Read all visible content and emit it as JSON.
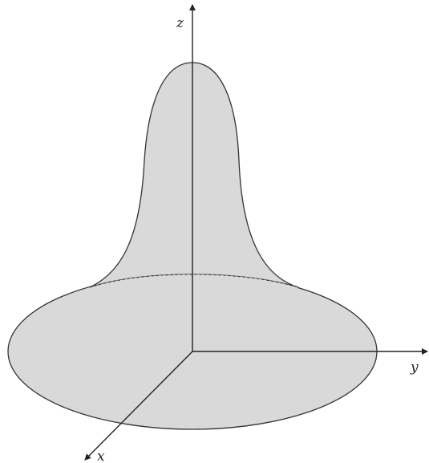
{
  "figure": {
    "labels": {
      "z": "z",
      "y": "y",
      "x": "x"
    },
    "colors": {
      "surface_fill": "#d9d9d9",
      "outline": "#333333",
      "axis": "#222222",
      "background": "#ffffff"
    }
  }
}
